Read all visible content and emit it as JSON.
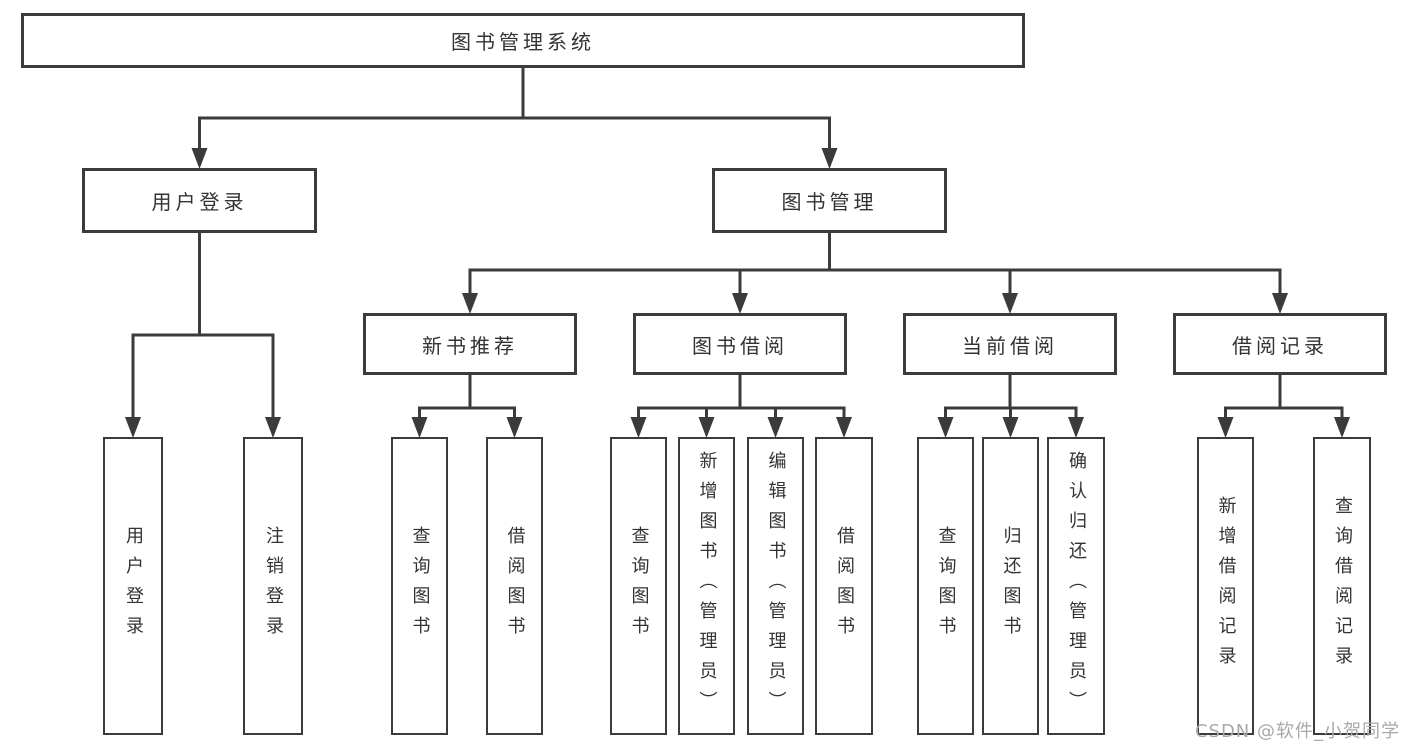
{
  "nodes": {
    "root": "图书管理系统",
    "login": "用户登录",
    "mgmt": "图书管理",
    "rec": "新书推荐",
    "borrow": "图书借阅",
    "current": "当前借阅",
    "records": "借阅记录",
    "login1": "用户登录",
    "login2": "注销登录",
    "rec1": "查询图书",
    "rec2": "借阅图书",
    "borrow1": "查询图书",
    "borrow2": "新增图书（管理员）",
    "borrow3": "编辑图书（管理员）",
    "borrow4": "借阅图书",
    "current1": "查询图书",
    "current2": "归还图书",
    "current3": "确认归还（管理员）",
    "records1": "新增借阅记录",
    "records2": "查询借阅记录"
  },
  "hierarchy": {
    "root": [
      "login",
      "mgmt"
    ],
    "login": [
      "login1",
      "login2"
    ],
    "mgmt": [
      "rec",
      "borrow",
      "current",
      "records"
    ],
    "rec": [
      "rec1",
      "rec2"
    ],
    "borrow": [
      "borrow1",
      "borrow2",
      "borrow3",
      "borrow4"
    ],
    "current": [
      "current1",
      "current2",
      "current3"
    ],
    "records": [
      "records1",
      "records2"
    ]
  },
  "watermark": "CSDN @软件_小贺同学",
  "colors": {
    "line": "#3b3b3b",
    "text": "#333333",
    "watermark": "#a9a9a9",
    "background": "#ffffff"
  }
}
